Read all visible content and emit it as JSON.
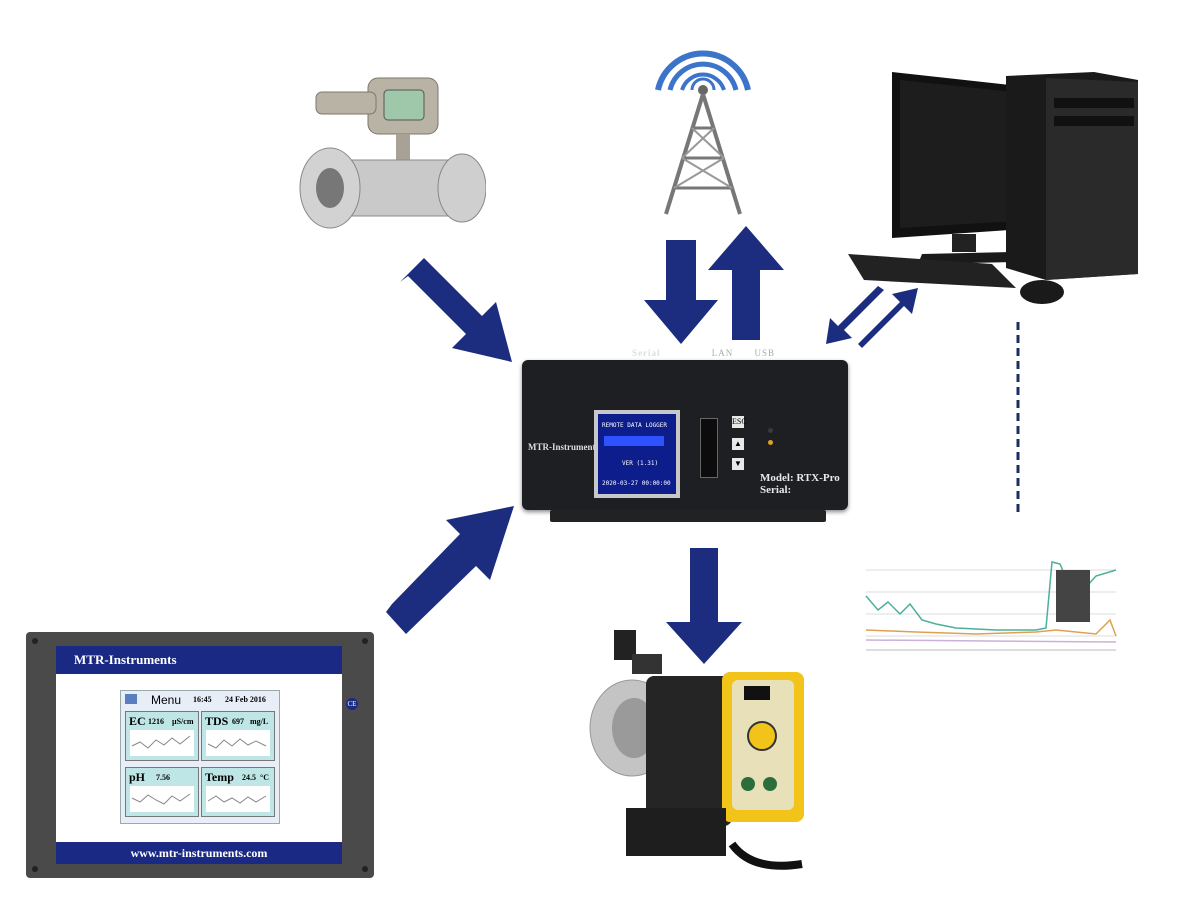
{
  "logger": {
    "ports": [
      "Serial",
      "LAN",
      "USB"
    ],
    "brand": "MTR-Instruments",
    "screen_title": "REMOTE DATA LOGGER",
    "screen_version": "VER (1.31)",
    "screen_datetime": "2020-03-27 00:00:00",
    "buttons": [
      "ESC",
      "▲",
      "▼"
    ],
    "model": "Model: RTX-Pro",
    "serial": "Serial:"
  },
  "hmi": {
    "brand": "MTR-Instruments",
    "menu_title": "Menu",
    "time": "16:45",
    "date": "24 Feb 2016",
    "tiles": [
      {
        "label": "EC",
        "value": "1216",
        "unit": "µS/cm"
      },
      {
        "label": "TDS",
        "value": "697",
        "unit": "mg/L"
      },
      {
        "label": "pH",
        "value": "7.56",
        "unit": ""
      },
      {
        "label": "Temp",
        "value": "24.5",
        "unit": "°C"
      }
    ],
    "website": "www.mtr-instruments.com",
    "ce_mark": "CE"
  },
  "colors": {
    "arrow": "#1c2d80",
    "panel_header": "#1a2a84",
    "tile_bg": "#bfe6e6"
  },
  "icons": [
    "flow-meter-icon",
    "radio-tower-icon",
    "desktop-computer-icon",
    "dosing-pump-icon",
    "trend-chart-icon"
  ]
}
